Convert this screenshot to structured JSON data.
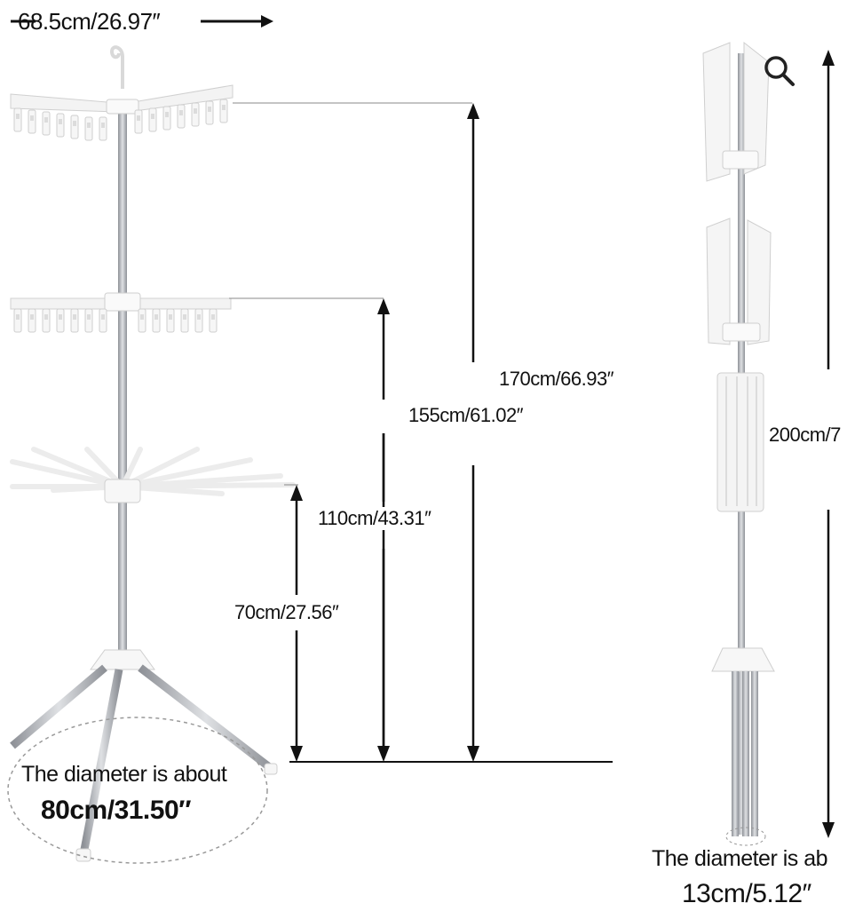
{
  "dimensions": {
    "top_width": "68.5cm/26.97″",
    "height_170": "170cm/66.93″",
    "height_155": "155cm/61.02″",
    "height_110": "110cm/43.31″",
    "height_70": "70cm/27.56″",
    "height_200": "200cm/7"
  },
  "base_diameter": {
    "caption": "The diameter is about",
    "value": "80cm/31.50″"
  },
  "folded_diameter": {
    "caption": "The diameter is ab",
    "value": "13cm/5.12″"
  },
  "icons": {
    "zoom": "magnifier-icon"
  },
  "colors": {
    "background": "#ffffff",
    "line": "#111111",
    "pole": "#a9acb1",
    "plastic": "#f4f4f4"
  }
}
